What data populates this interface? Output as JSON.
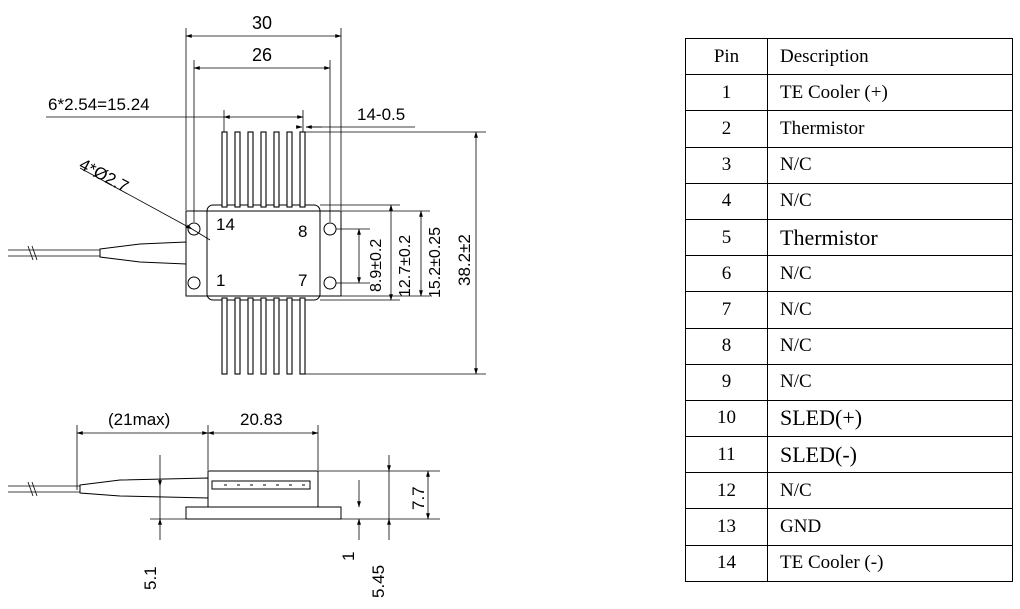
{
  "dimensions": {
    "width_30": "30",
    "width_26": "26",
    "pin_pitch": "6*2.54=15.24",
    "pin_width": "14-0.5",
    "mount_holes": "4*Ø2.7",
    "dim_8_9": "8.9±0.2",
    "dim_12_7": "12.7±0.2",
    "dim_15_2": "15.2±0.25",
    "dim_38_2": "38.2±2",
    "dim_21max": "(21max)",
    "dim_20_83": "20.83",
    "dim_7_7": "7.7",
    "dim_5_1": "5.1",
    "dim_1": "1",
    "dim_5_45": "5.45"
  },
  "pin_labels": {
    "pin14": "14",
    "pin8": "8",
    "pin1": "1",
    "pin7": "7"
  },
  "table": {
    "header_pin": "Pin",
    "header_desc": "Description",
    "rows": [
      {
        "pin": "1",
        "desc": "TE Cooler (+)"
      },
      {
        "pin": "2",
        "desc": "Thermistor"
      },
      {
        "pin": "3",
        "desc": "N/C"
      },
      {
        "pin": "4",
        "desc": "N/C"
      },
      {
        "pin": "5",
        "desc": "Thermistor"
      },
      {
        "pin": "6",
        "desc": "N/C"
      },
      {
        "pin": "7",
        "desc": "N/C"
      },
      {
        "pin": "8",
        "desc": "N/C"
      },
      {
        "pin": "9",
        "desc": "N/C"
      },
      {
        "pin": "10",
        "desc": "SLED(+)"
      },
      {
        "pin": "11",
        "desc": "SLED(-)"
      },
      {
        "pin": "12",
        "desc": "N/C"
      },
      {
        "pin": "13",
        "desc": "GND"
      },
      {
        "pin": "14",
        "desc": "TE Cooler (-)"
      }
    ]
  }
}
